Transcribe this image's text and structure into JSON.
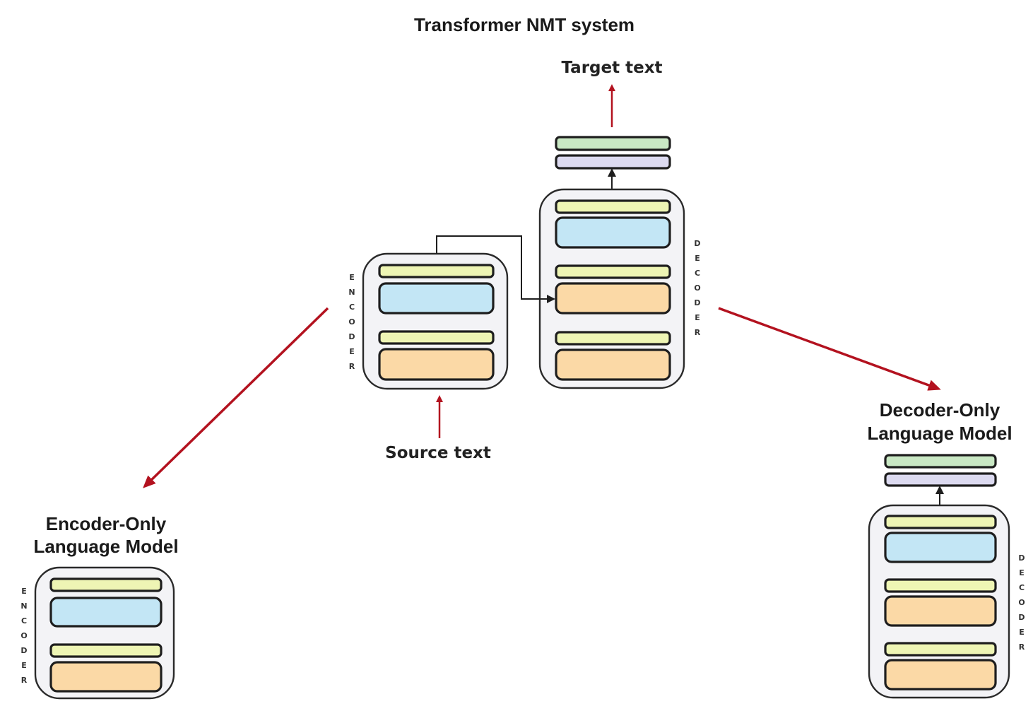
{
  "title": "Transformer NMT system",
  "labels": {
    "target_text": "Target text",
    "source_text": "Source text",
    "encoder_only_line1": "Encoder-Only",
    "encoder_only_line2": "Language Model",
    "decoder_only_line1": "Decoder-Only",
    "decoder_only_line2": "Language Model"
  },
  "stack_labels": {
    "encoder": "ENCODER",
    "decoder": "DECODER"
  },
  "colors": {
    "layer_norm": "#eef5b4",
    "attention": "#c3e6f5",
    "feed_forward": "#fbd9a6",
    "output_softmax": "#c9e8c4",
    "output_linear": "#dcdaf0",
    "flow_arrow": "#b3121f",
    "connector": "#1e1e1e"
  },
  "components": {
    "nmt_encoder": [
      "layer_norm",
      "attention",
      "layer_norm",
      "feed_forward"
    ],
    "nmt_decoder": [
      "layer_norm",
      "attention",
      "layer_norm",
      "feed_forward",
      "layer_norm",
      "feed_forward"
    ],
    "nmt_output": [
      "output_softmax",
      "output_linear"
    ],
    "encoder_only": [
      "layer_norm",
      "attention",
      "layer_norm",
      "feed_forward"
    ],
    "decoder_only": [
      "layer_norm",
      "attention",
      "layer_norm",
      "feed_forward",
      "layer_norm",
      "feed_forward"
    ],
    "decoder_only_output": [
      "output_softmax",
      "output_linear"
    ]
  }
}
